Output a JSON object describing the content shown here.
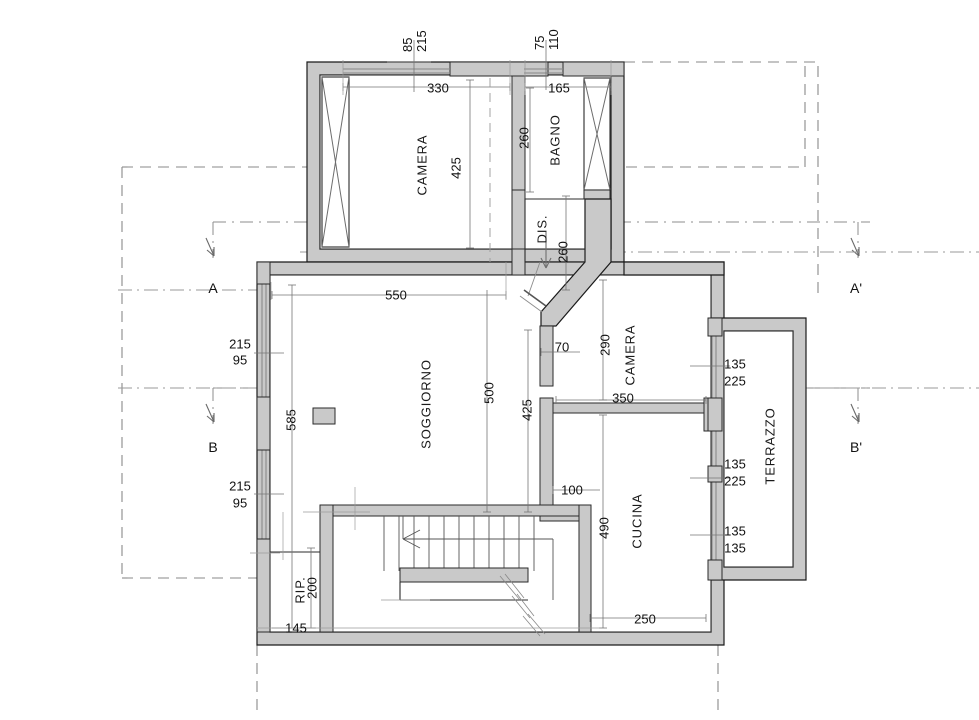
{
  "drawing": {
    "type": "architectural-floor-plan",
    "language": "it",
    "wall_color": "#c9c9c9",
    "line_color": "#2b2b2b",
    "background": "#ffffff"
  },
  "rooms": [
    {
      "id": "camera-nord",
      "name": "CAMERA"
    },
    {
      "id": "bagno",
      "name": "BAGNO"
    },
    {
      "id": "disimpegno",
      "name": "DIS."
    },
    {
      "id": "soggiorno",
      "name": "SOGGIORNO"
    },
    {
      "id": "camera-est",
      "name": "CAMERA"
    },
    {
      "id": "cucina",
      "name": "CUCINA"
    },
    {
      "id": "terrazzo",
      "name": "TERRAZZO"
    },
    {
      "id": "ripostiglio",
      "name": "RIP."
    }
  ],
  "section_markers": [
    {
      "id": "a",
      "label": "A"
    },
    {
      "id": "a-prime",
      "label": "A'"
    },
    {
      "id": "b",
      "label": "B"
    },
    {
      "id": "b-prime",
      "label": "B'"
    }
  ],
  "dimensions": {
    "top": [
      {
        "id": "d-215",
        "value": "215"
      },
      {
        "id": "d-85",
        "value": "85"
      },
      {
        "id": "d-110",
        "value": "110"
      },
      {
        "id": "d-75",
        "value": "75"
      },
      {
        "id": "d-330",
        "value": "330"
      },
      {
        "id": "d-165",
        "value": "165"
      }
    ],
    "camera_nord": [
      {
        "id": "d-425-camera",
        "value": "425"
      }
    ],
    "bagno": [
      {
        "id": "d-260-bagno",
        "value": "260"
      }
    ],
    "disimpegno": [
      {
        "id": "d-260-dis",
        "value": "260"
      }
    ],
    "soggiorno": [
      {
        "id": "d-550",
        "value": "550"
      },
      {
        "id": "d-585",
        "value": "585"
      },
      {
        "id": "d-500",
        "value": "500"
      },
      {
        "id": "d-425-sogg",
        "value": "425"
      }
    ],
    "left_wall": [
      {
        "id": "d-215-up",
        "value": "215"
      },
      {
        "id": "d-95-up",
        "value": "95"
      },
      {
        "id": "d-215-low",
        "value": "215"
      },
      {
        "id": "d-95-low",
        "value": "95"
      }
    ],
    "camera_est": [
      {
        "id": "d-290",
        "value": "290"
      },
      {
        "id": "d-350",
        "value": "350"
      },
      {
        "id": "d-70",
        "value": "70"
      }
    ],
    "cucina": [
      {
        "id": "d-490",
        "value": "490"
      },
      {
        "id": "d-100",
        "value": "100"
      },
      {
        "id": "d-250",
        "value": "250"
      }
    ],
    "terrazzo": [
      {
        "id": "d-135-a",
        "value": "135"
      },
      {
        "id": "d-225-a",
        "value": "225"
      },
      {
        "id": "d-135-b",
        "value": "135"
      },
      {
        "id": "d-225-b",
        "value": "225"
      },
      {
        "id": "d-135-c",
        "value": "135"
      },
      {
        "id": "d-135-d",
        "value": "135"
      }
    ],
    "ripostiglio": [
      {
        "id": "d-200",
        "value": "200"
      },
      {
        "id": "d-145",
        "value": "145"
      }
    ]
  }
}
